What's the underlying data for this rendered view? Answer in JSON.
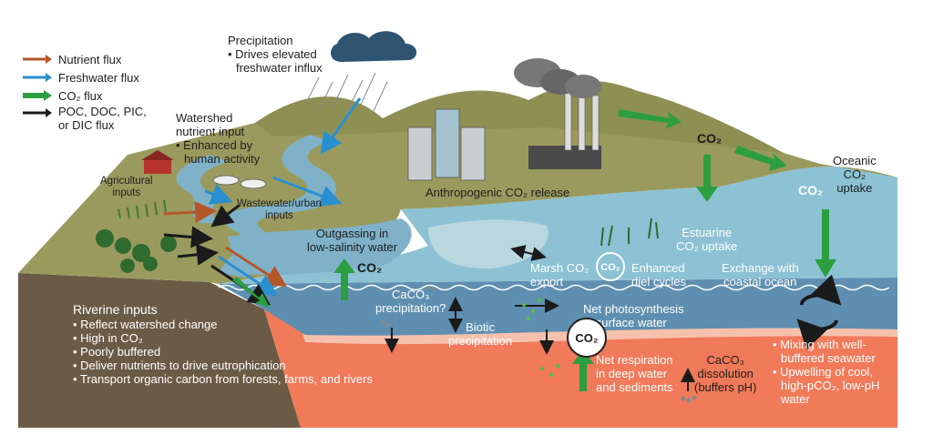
{
  "legend": {
    "nutrient": "Nutrient flux",
    "freshwater": "Freshwater flux",
    "co2": "CO₂ flux",
    "poc_line1": "POC, DOC, PIC,",
    "poc_line2": "or DIC flux"
  },
  "colors": {
    "nutrient": "#b5562a",
    "freshwater": "#2a8fd0",
    "co2": "#2c9e3f",
    "carbon": "#1b1b1b",
    "land": "#9a9a5e",
    "soil": "#6b5a45",
    "ocean": "#6aa6bf",
    "deep": "#f07a5a"
  },
  "precipitation": {
    "title": "Precipitation",
    "line1": "Drives elevated",
    "line2": "freshwater influx"
  },
  "watershed": {
    "title1": "Watershed",
    "title2": "nutrient input",
    "line1": "Enhanced by",
    "line2": "human activity"
  },
  "agricultural": {
    "line1": "Agricultural",
    "line2": "inputs"
  },
  "wastewater": {
    "line1": "Wastewater/urban",
    "line2": "inputs"
  },
  "anthropogenic": "Anthropogenic CO₂ release",
  "co2_label": "CO₂",
  "oceanic": {
    "line1": "Oceanic",
    "line2": "CO₂",
    "line3": "uptake"
  },
  "estuarine": {
    "line1": "Estuarine",
    "line2": "CO₂ uptake"
  },
  "outgassing": {
    "line1": "Outgassing in",
    "line2": "low-salinity water"
  },
  "marsh": {
    "line1": "Marsh CO₂",
    "line2": "export"
  },
  "diel": {
    "line1": "Enhanced",
    "line2": "diel cycles"
  },
  "exchange": {
    "line1": "Exchange with",
    "line2": "coastal ocean"
  },
  "caco3_precip": {
    "line1": "CaCO₃",
    "line2": "precipitation?"
  },
  "biotic": {
    "line1": "Biotic",
    "line2": "precipitation"
  },
  "net_photo": {
    "line1": "Net photosynthesis",
    "line2": "in surface water"
  },
  "net_resp": {
    "line1": "Net respiration",
    "line2": "in deep water",
    "line3": "and sediments"
  },
  "caco3_diss": {
    "line1": "CaCO₃",
    "line2": "dissolution",
    "line3": "(buffers pH)"
  },
  "mixing": {
    "b1_line1": "Mixing with well-",
    "b1_line2": "buffered seawater",
    "b2_line1": "Upwelling of cool,",
    "b2_line2": "high-pCO₂, low-pH",
    "b2_line3": "water"
  },
  "riverine": {
    "title": "Riverine inputs",
    "items": [
      "Reflect watershed change",
      "High in CO₂",
      "Poorly buffered",
      "Deliver nutrients to drive eutrophication",
      "Transport organic carbon from forests, farms, and rivers"
    ]
  }
}
